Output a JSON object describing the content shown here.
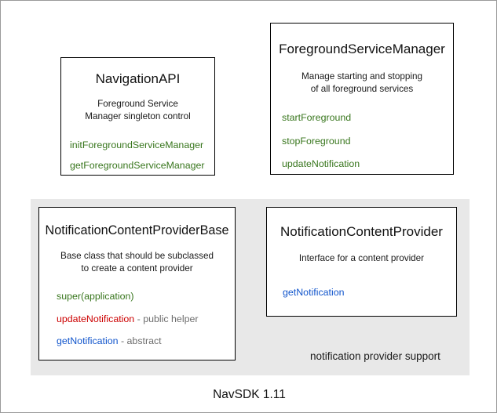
{
  "diagram": {
    "footer_title": "NavSDK 1.11",
    "panel": {
      "caption": "notification provider support",
      "background": "#e8e8e8"
    },
    "colors": {
      "green": "#38761d",
      "red": "#cc0000",
      "blue": "#1155cc",
      "gray": "#6d6d6d",
      "border": "#000000",
      "panel_bg": "#e8e8e8"
    },
    "cards": [
      {
        "title": "NavigationAPI",
        "desc_line1": "Foreground Service",
        "desc_line2": "Manager singleton control",
        "methods": [
          {
            "name": "initForegroundServiceManager",
            "suffix": "",
            "color": "green"
          },
          {
            "name": "getForegroundServiceManager",
            "suffix": "",
            "color": "green"
          }
        ]
      },
      {
        "title": "ForegroundServiceManager",
        "desc_line1": "Manage starting and stopping",
        "desc_line2": "of all foreground services",
        "methods": [
          {
            "name": "startForeground",
            "suffix": "",
            "color": "green"
          },
          {
            "name": "stopForeground",
            "suffix": "",
            "color": "green"
          },
          {
            "name": "updateNotification",
            "suffix": "",
            "color": "green"
          }
        ]
      },
      {
        "title": "NotificationContentProviderBase",
        "desc_line1": "Base class that should be subclassed",
        "desc_line2": "to create a content provider",
        "methods": [
          {
            "name": "super(application)",
            "suffix": "",
            "color": "green"
          },
          {
            "name": "updateNotification",
            "suffix": " - public helper",
            "color": "red"
          },
          {
            "name": "getNotification",
            "suffix": " - abstract",
            "color": "blue"
          }
        ]
      },
      {
        "title": "NotificationContentProvider",
        "desc_line1": "Interface for a content provider",
        "desc_line2": "",
        "methods": [
          {
            "name": "getNotification",
            "suffix": "",
            "color": "blue"
          }
        ]
      }
    ]
  }
}
